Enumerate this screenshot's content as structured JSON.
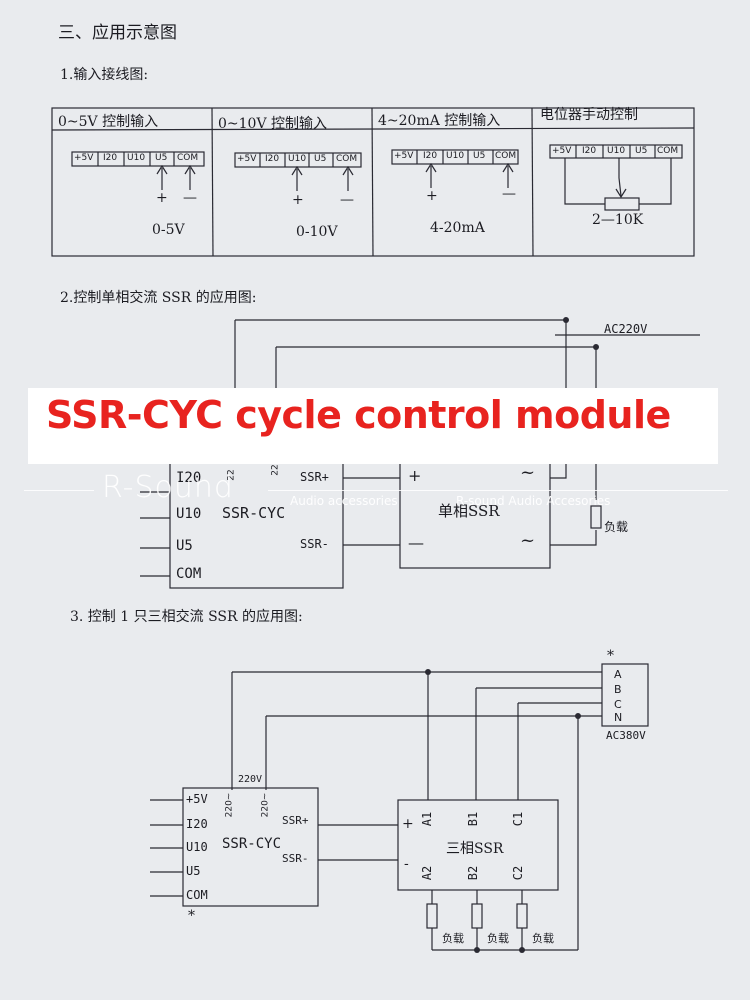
{
  "section_title": "三、应用示意图",
  "s1": {
    "heading": "1.输入接线图:",
    "cells": [
      {
        "title": "0~5V 控制输入",
        "terminals": [
          "+5V",
          "I20",
          "U10",
          "U5",
          "COM"
        ],
        "plus": "+",
        "minus": "—",
        "value": "0-5V"
      },
      {
        "title": "0~10V 控制输入",
        "terminals": [
          "+5V",
          "I20",
          "U10",
          "U5",
          "COM"
        ],
        "plus": "+",
        "minus": "—",
        "value": "0-10V"
      },
      {
        "title": "4~20mA 控制输入",
        "terminals": [
          "+5V",
          "I20",
          "U10",
          "U5",
          "COM"
        ],
        "plus": "+",
        "minus": "—",
        "value": "4-20mA"
      },
      {
        "title": "电位器手动控制",
        "terminals": [
          "+5V",
          "I20",
          "U10",
          "U5",
          "COM"
        ],
        "value": "2—10K"
      }
    ]
  },
  "s2": {
    "heading": "2.控制单相交流 SSR 的应用图:",
    "ac_label": "AC220V",
    "module_inputs": [
      "I20",
      "U10",
      "U5",
      "COM"
    ],
    "module_name": "SSR-CYC",
    "ac_pins": [
      "22",
      "22"
    ],
    "ssr_plus": "SSR+",
    "ssr_minus": "SSR-",
    "ssr_name": "单相SSR",
    "ssr_plus_sign": "+",
    "ssr_minus_sign": "—",
    "ssr_ac_sign": "~",
    "load": "负载"
  },
  "banner": "SSR-CYC cycle control module",
  "watermark": {
    "big": "R-Sound",
    "small_left": "Audio accessories",
    "small_right": "R-sound Audio Accesories"
  },
  "s3": {
    "heading": "3. 控制 1 只三相交流 SSR 的应用图:",
    "star": "*",
    "phases": [
      "A",
      "B",
      "C",
      "N"
    ],
    "ac_label": "AC380V",
    "v220": "220V",
    "module_inputs": [
      "+5V",
      "I20",
      "U10",
      "U5",
      "COM"
    ],
    "module_ac_pins": [
      "220~",
      "220~"
    ],
    "module_name": "SSR-CYC",
    "ssr_plus": "SSR+",
    "ssr_minus": "SSR-",
    "ssr_name": "三相SSR",
    "ssr_top_pins": [
      "A1",
      "B1",
      "C1"
    ],
    "ssr_bottom_pins": [
      "A2",
      "B2",
      "C2"
    ],
    "ssr_plus_sign": "+",
    "ssr_minus_sign": "-",
    "loads": [
      "负载",
      "负载",
      "负载"
    ],
    "module_star": "*"
  }
}
